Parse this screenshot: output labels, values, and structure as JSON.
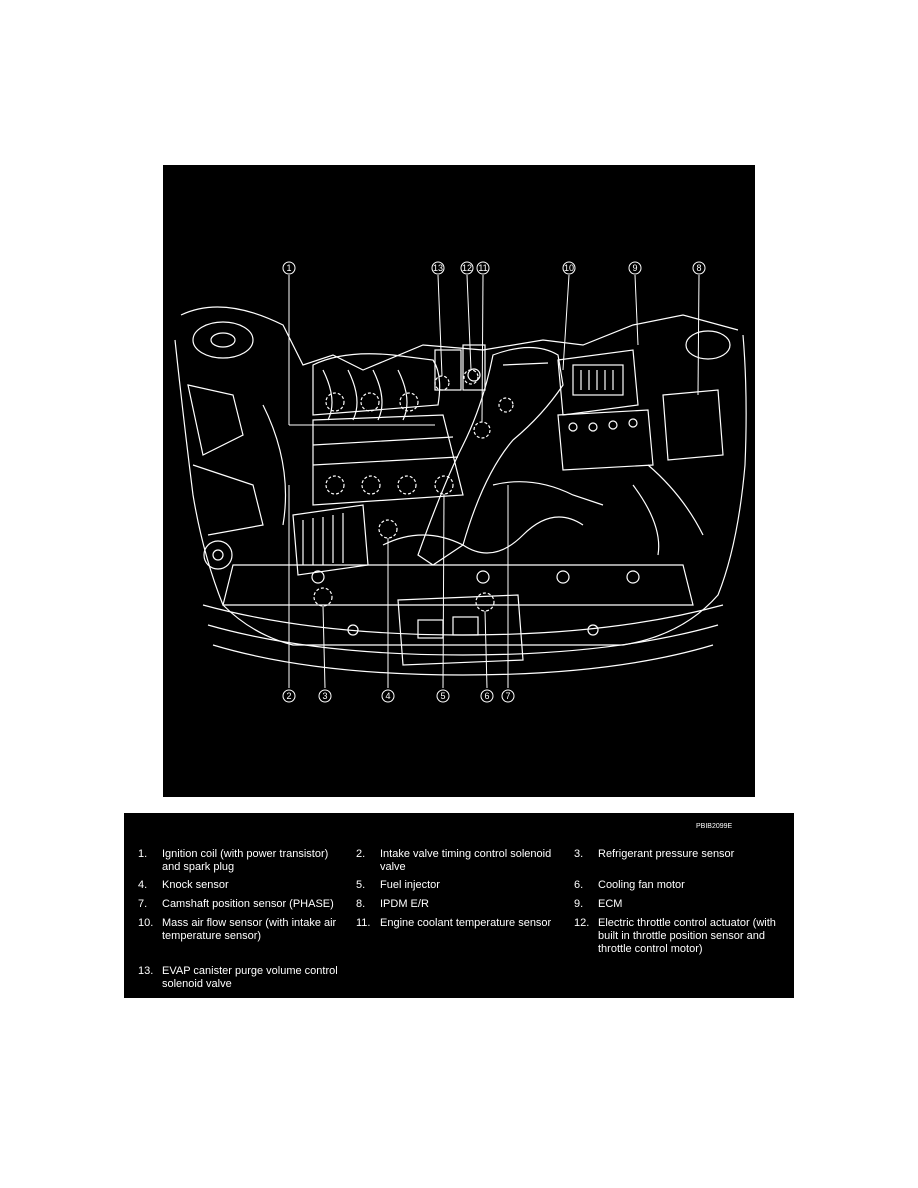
{
  "figure_code": "PBIB2099E",
  "callouts": {
    "top": [
      "1",
      "13",
      "12",
      "11",
      "10",
      "9",
      "8"
    ],
    "bottom": [
      "2",
      "3",
      "4",
      "5",
      "6",
      "7"
    ]
  },
  "legend": [
    {
      "number": "1.",
      "text": "Ignition coil (with power transistor) and spark plug"
    },
    {
      "number": "2.",
      "text": "Intake valve timing control solenoid valve"
    },
    {
      "number": "3.",
      "text": "Refrigerant pressure sensor"
    },
    {
      "number": "4.",
      "text": "Knock sensor"
    },
    {
      "number": "5.",
      "text": "Fuel injector"
    },
    {
      "number": "6.",
      "text": "Cooling fan motor"
    },
    {
      "number": "7.",
      "text": "Camshaft position sensor (PHASE)"
    },
    {
      "number": "8.",
      "text": "IPDM E/R"
    },
    {
      "number": "9.",
      "text": "ECM"
    },
    {
      "number": "10.",
      "text": "Mass air flow sensor (with intake air temperature sensor)"
    },
    {
      "number": "11.",
      "text": "Engine coolant temperature sensor"
    },
    {
      "number": "12.",
      "text": "Electric throttle control actuator (with built in throttle position sensor and throttle control motor)"
    },
    {
      "number": "13.",
      "text": "EVAP canister purge volume control solenoid valve"
    }
  ]
}
